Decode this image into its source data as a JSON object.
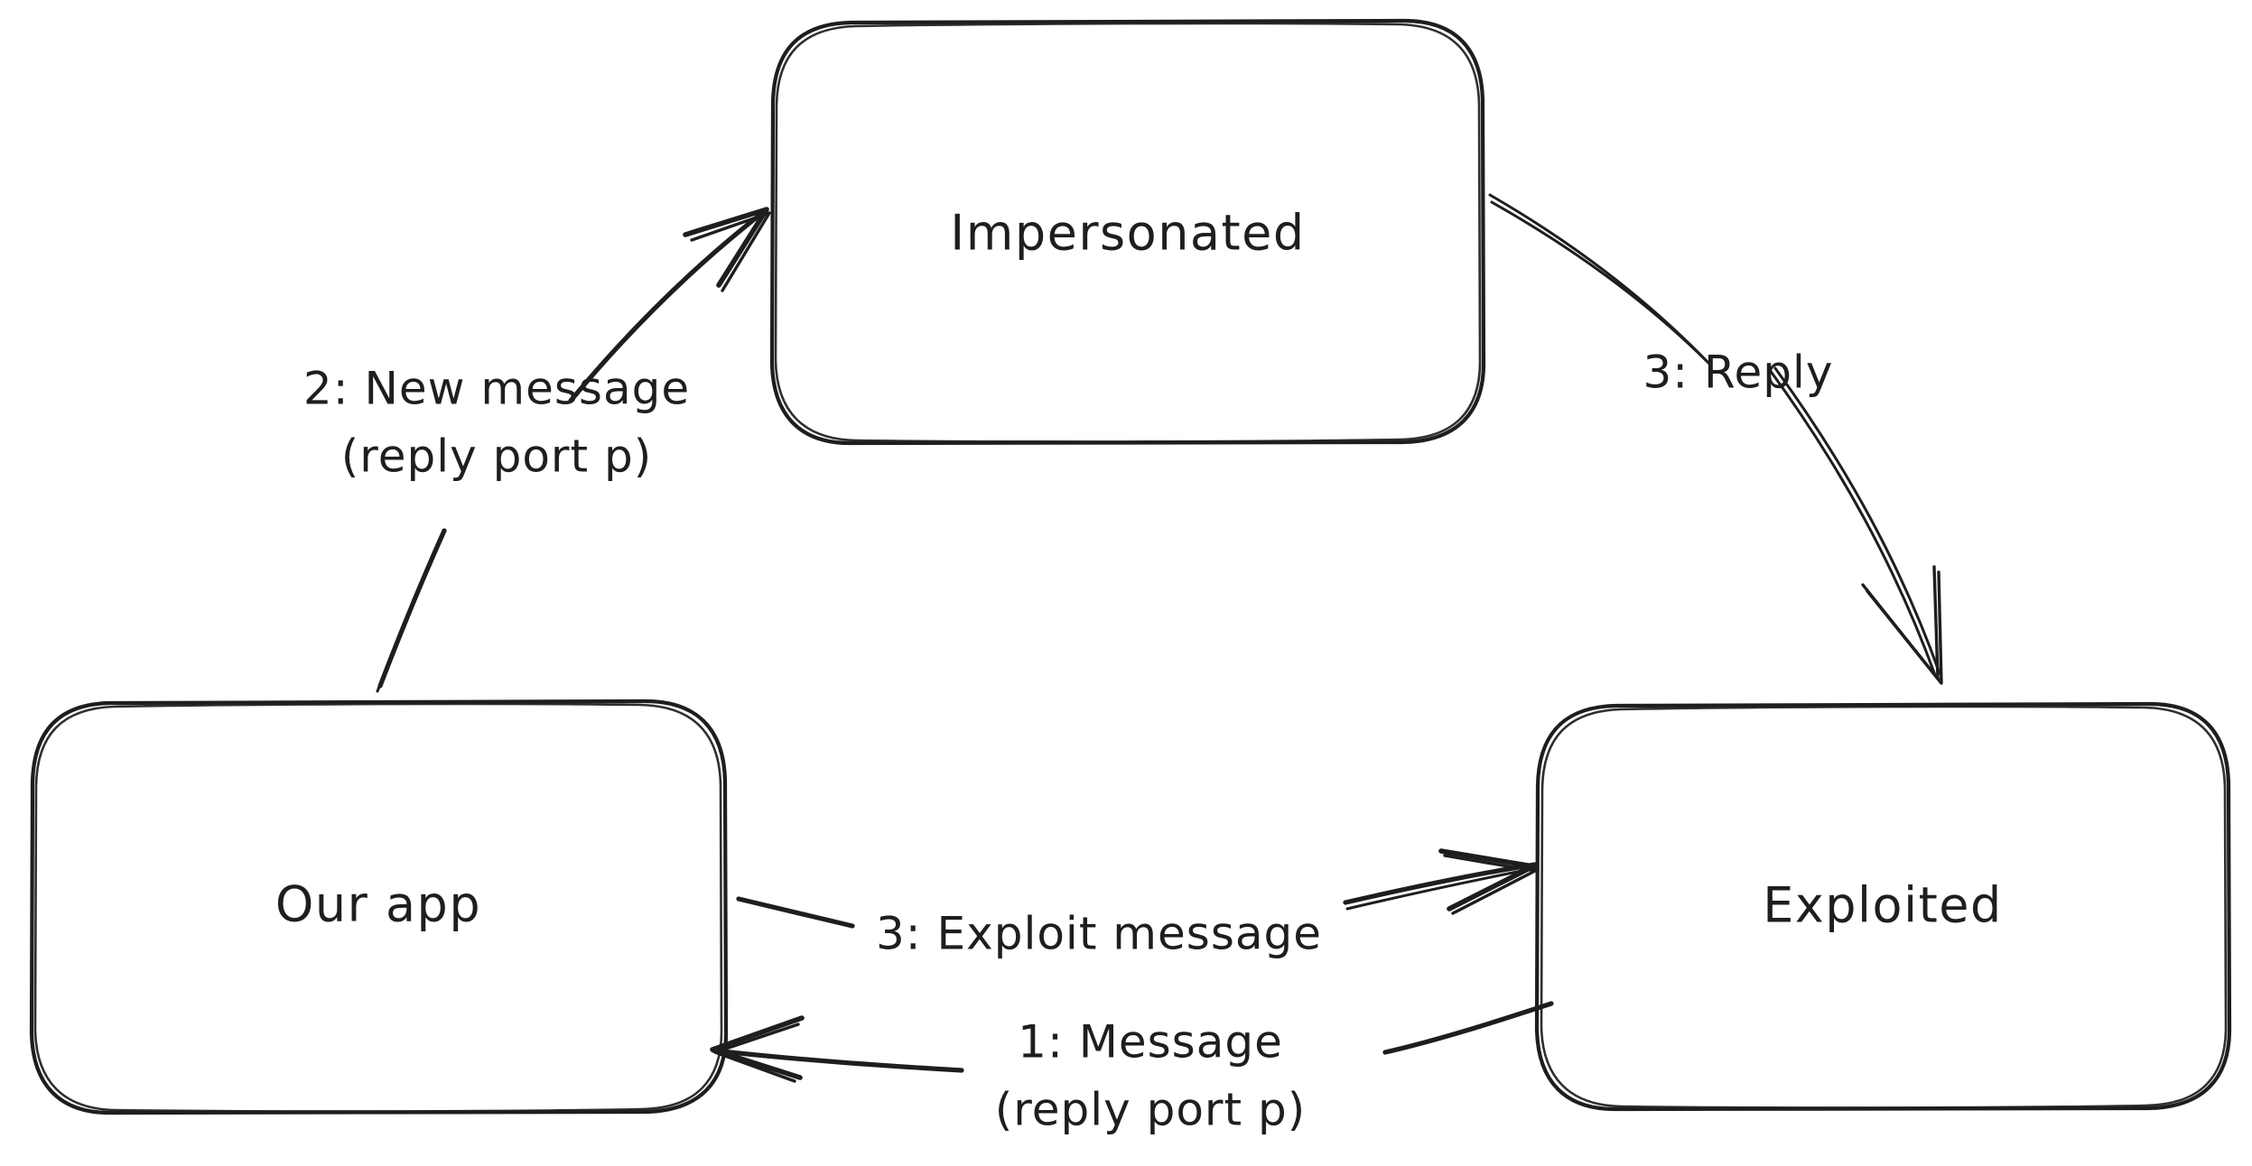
{
  "diagram": {
    "style": "hand-drawn",
    "background_color": "#ffffff",
    "stroke_color": "#1e1e1e",
    "nodes": [
      {
        "id": "impersonated",
        "label": "Impersonated"
      },
      {
        "id": "our_app",
        "label": "Our app"
      },
      {
        "id": "exploited",
        "label": "Exploited"
      }
    ],
    "edges": [
      {
        "id": "edge-message",
        "from": "exploited",
        "to": "our_app",
        "label_line1": "1: Message",
        "label_line2": "(reply port p)"
      },
      {
        "id": "edge-new-message",
        "from": "our_app",
        "to": "impersonated",
        "label_line1": "2: New message",
        "label_line2": "(reply port p)"
      },
      {
        "id": "edge-reply",
        "from": "impersonated",
        "to": "exploited",
        "label_line1": "3: Reply",
        "label_line2": ""
      },
      {
        "id": "edge-exploit-message",
        "from": "our_app",
        "to": "exploited",
        "label_line1": "3: Exploit message",
        "label_line2": ""
      }
    ]
  }
}
